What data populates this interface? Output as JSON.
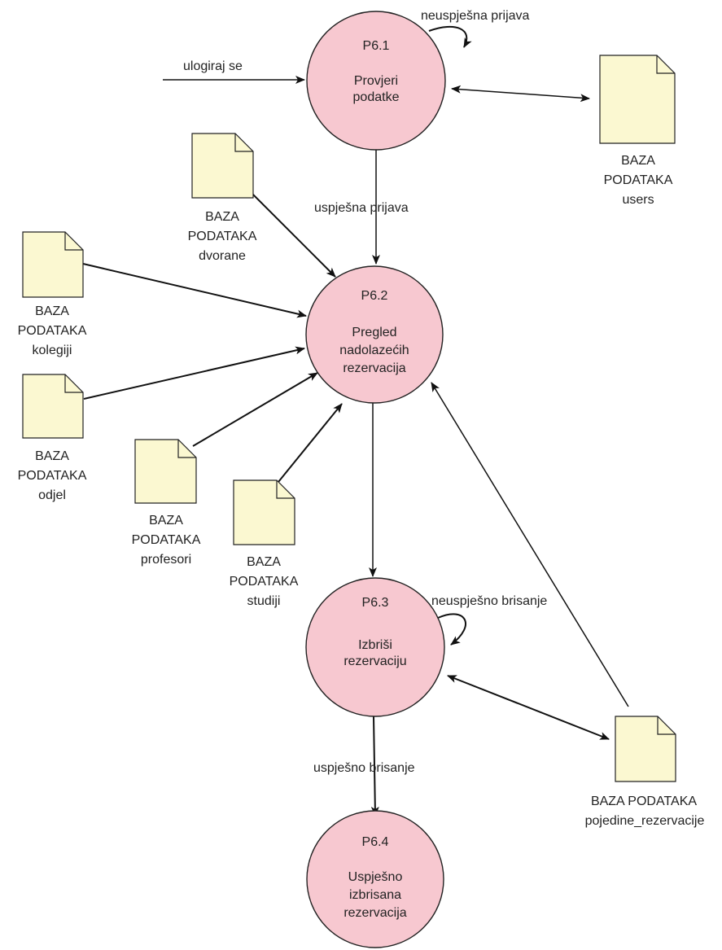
{
  "processes": {
    "p61": {
      "id": "P6.1",
      "lines": [
        "Provjeri",
        "podatke"
      ]
    },
    "p62": {
      "id": "P6.2",
      "lines": [
        "Pregled",
        "nadolazećih",
        "rezervacija"
      ]
    },
    "p63": {
      "id": "P6.3",
      "lines": [
        "Izbriši",
        "rezervaciju"
      ]
    },
    "p64": {
      "id": "P6.4",
      "lines": [
        "Uspješno",
        "izbrisana",
        "rezervacija"
      ]
    }
  },
  "stores": {
    "users": [
      "BAZA",
      "PODATAKA",
      "users"
    ],
    "dvorane": [
      "BAZA",
      "PODATAKA",
      "dvorane"
    ],
    "kolegiji": [
      "BAZA",
      "PODATAKA",
      "kolegiji"
    ],
    "odjel": [
      "BAZA",
      "PODATAKA",
      "odjel"
    ],
    "profesori": [
      "BAZA",
      "PODATAKA",
      "profesori"
    ],
    "studiji": [
      "BAZA",
      "PODATAKA",
      "studiji"
    ],
    "pojedine": [
      "BAZA PODATAKA",
      "pojedine_rezervacije"
    ]
  },
  "flows": {
    "login": "ulogiraj se",
    "failed_login": "neuspješna prijava",
    "success_login": "uspješna prijava",
    "failed_delete": "neuspješno brisanje",
    "success_delete": "uspješno brisanje"
  }
}
